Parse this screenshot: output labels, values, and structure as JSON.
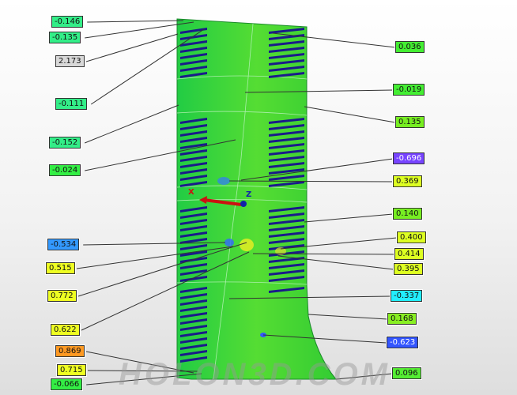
{
  "watermark": "HOLON3D.COM",
  "axes": {
    "x": "X",
    "z": "Z"
  },
  "labels": [
    {
      "value": "-0.146",
      "color": "#33ee88"
    },
    {
      "value": "-0.135",
      "color": "#33ee88"
    },
    {
      "value": "2.173",
      "color": "#d8d8d8"
    },
    {
      "value": "-0.111",
      "color": "#33ee88"
    },
    {
      "value": "-0.152",
      "color": "#33ee88"
    },
    {
      "value": "-0.024",
      "color": "#33ee44"
    },
    {
      "value": "-0.534",
      "color": "#3399ff"
    },
    {
      "value": "0.515",
      "color": "#eeff22"
    },
    {
      "value": "0.772",
      "color": "#eeff22"
    },
    {
      "value": "0.622",
      "color": "#eeff22"
    },
    {
      "value": "0.869",
      "color": "#ff9922"
    },
    {
      "value": "0.715",
      "color": "#eeff22"
    },
    {
      "value": "-0.066",
      "color": "#33ee44"
    },
    {
      "value": "0.036",
      "color": "#44ee33"
    },
    {
      "value": "-0.019",
      "color": "#44ee33"
    },
    {
      "value": "0.135",
      "color": "#77ee22"
    },
    {
      "value": "-0.696",
      "color": "#7744ff"
    },
    {
      "value": "0.369",
      "color": "#ddff22"
    },
    {
      "value": "0.140",
      "color": "#77ee22"
    },
    {
      "value": "0.400",
      "color": "#ddff22"
    },
    {
      "value": "0.414",
      "color": "#ddff22"
    },
    {
      "value": "0.395",
      "color": "#ddff22"
    },
    {
      "value": "-0.337",
      "color": "#22eeff"
    },
    {
      "value": "0.168",
      "color": "#88ee22"
    },
    {
      "value": "-0.623",
      "color": "#3355ff"
    },
    {
      "value": "0.096",
      "color": "#55ee33"
    }
  ]
}
